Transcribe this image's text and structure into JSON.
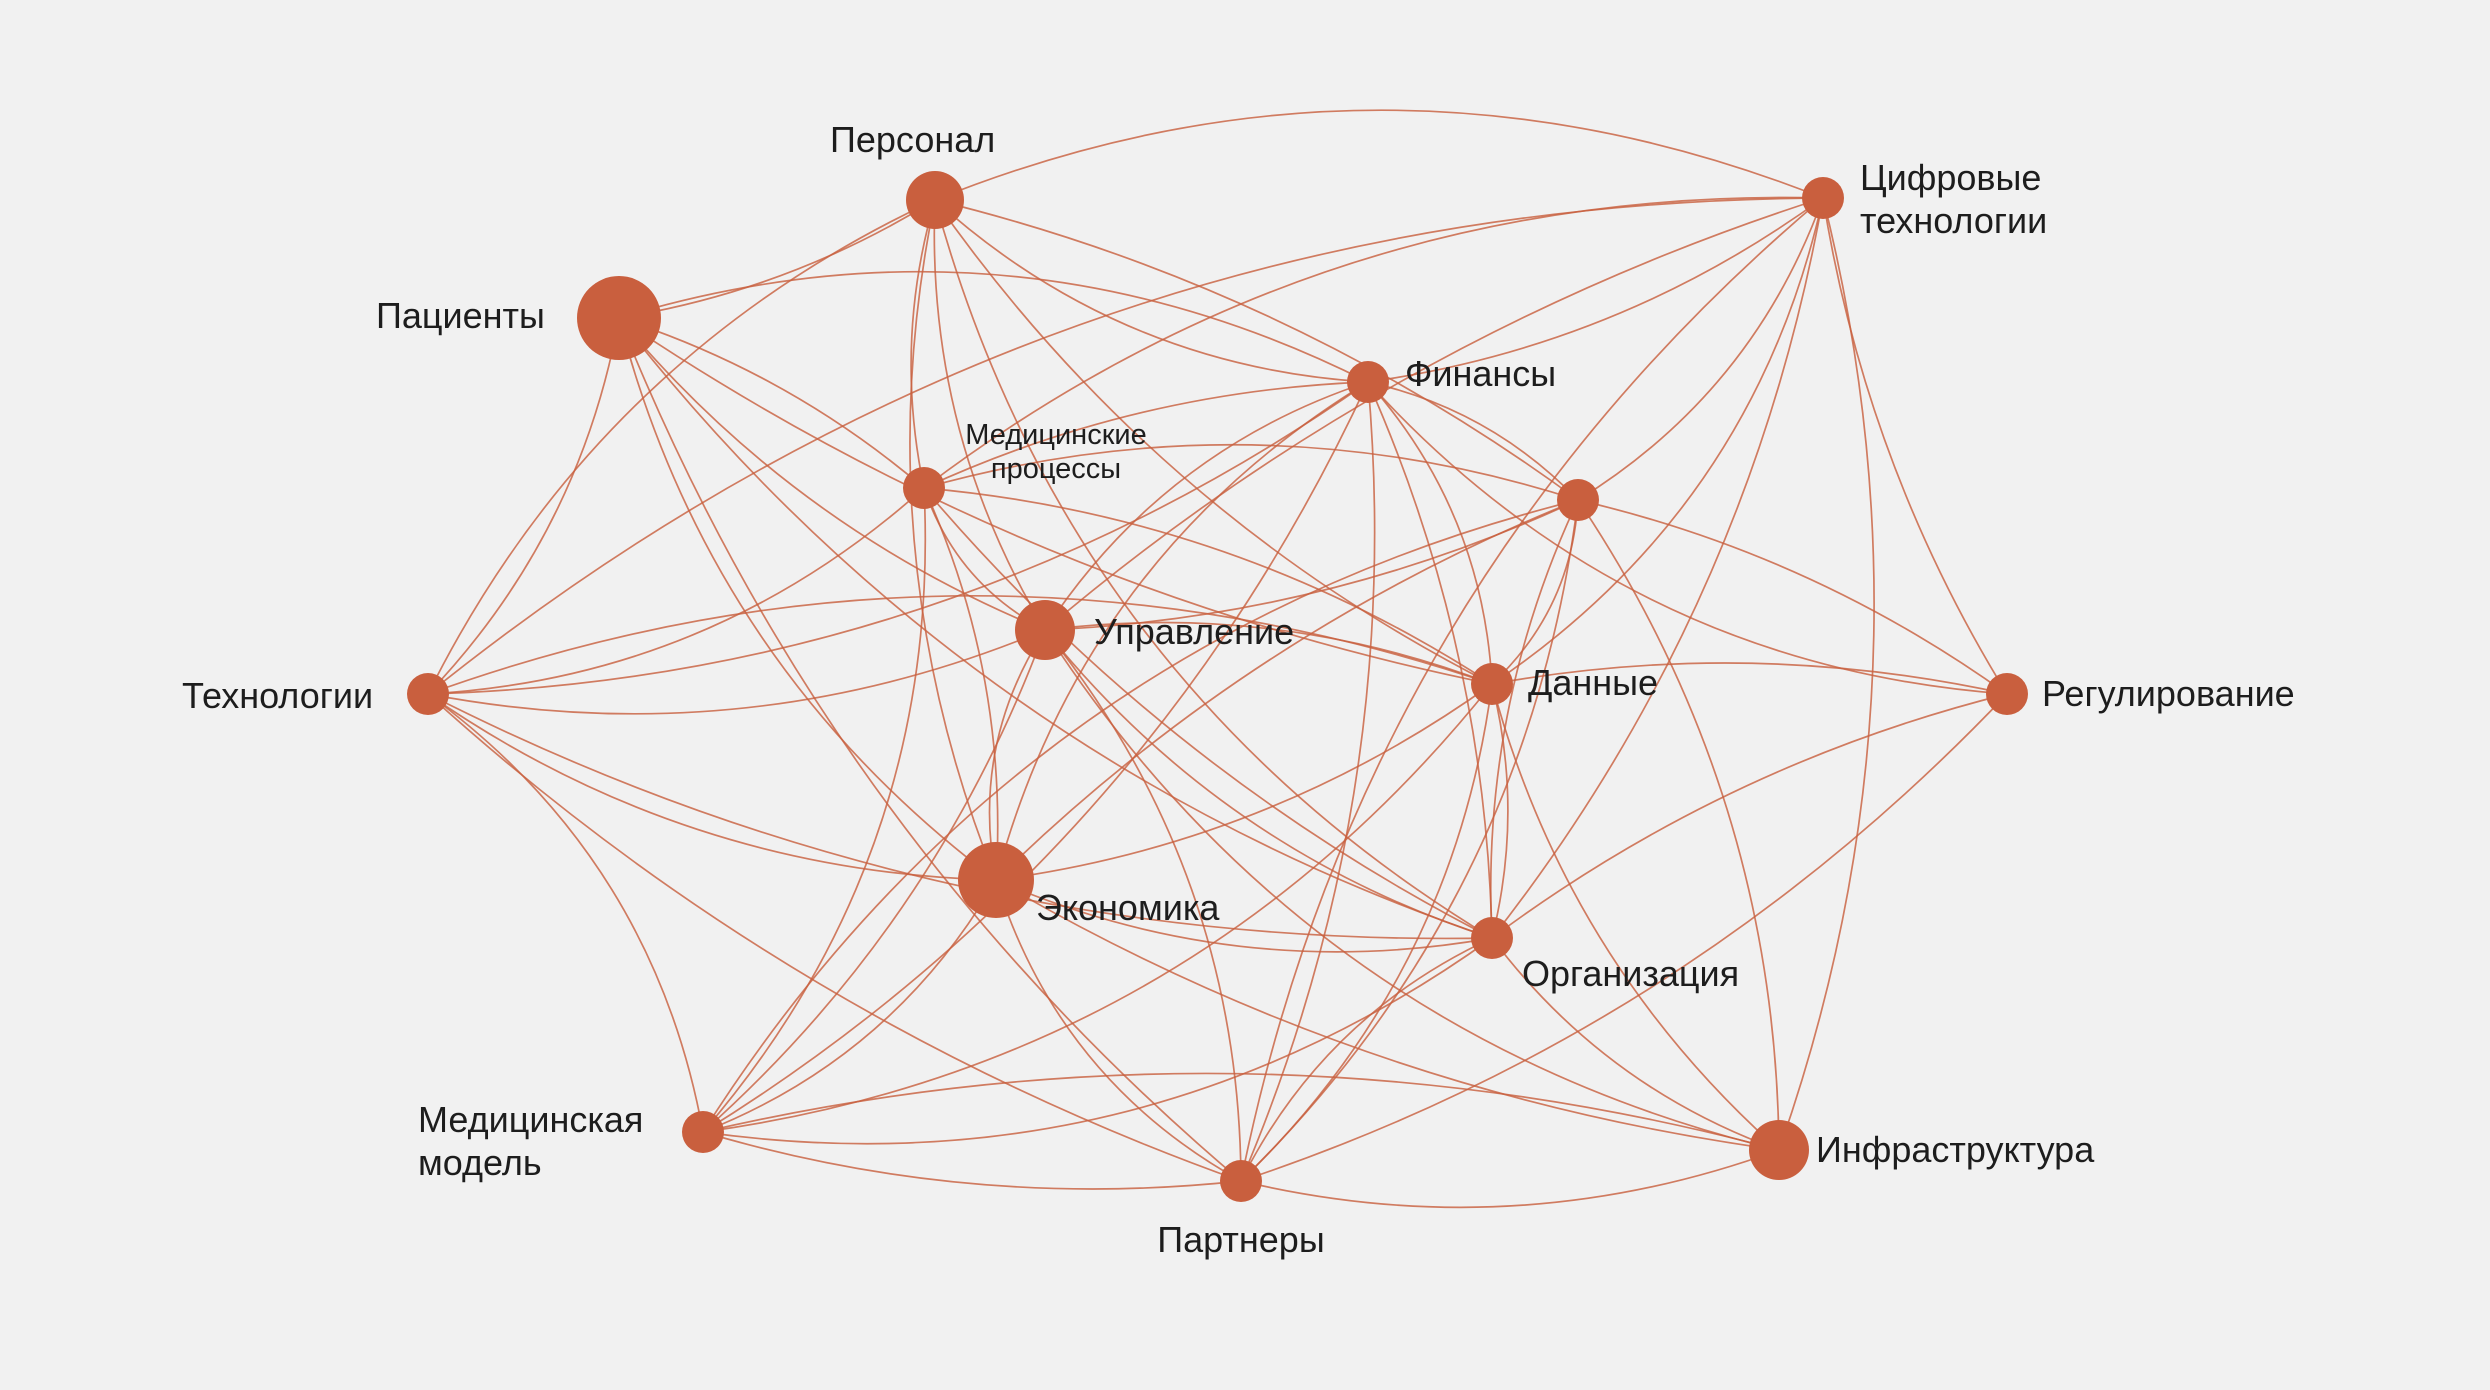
{
  "nodes": [
    {
      "id": "personal",
      "label": [
        "Персонал"
      ]
    },
    {
      "id": "pacienty",
      "label": [
        "Пациенты"
      ]
    },
    {
      "id": "med-processy",
      "label": [
        "Медицинские",
        "процессы"
      ]
    },
    {
      "id": "upravlenie",
      "label": [
        "Управление"
      ]
    },
    {
      "id": "tehnologii",
      "label": [
        "Технологии"
      ]
    },
    {
      "id": "ekonomika",
      "label": [
        "Экономика"
      ]
    },
    {
      "id": "finansy",
      "label": [
        "Финансы"
      ]
    },
    {
      "id": "cifrovye",
      "label": [
        "Цифровые",
        "технологии"
      ]
    },
    {
      "id": "unlabeled-hub",
      "label": []
    },
    {
      "id": "dannye",
      "label": [
        "Данные"
      ]
    },
    {
      "id": "regulirovanie",
      "label": [
        "Регулирование"
      ]
    },
    {
      "id": "organizaciya",
      "label": [
        "Организация"
      ]
    },
    {
      "id": "med-model",
      "label": [
        "Медицинская",
        "модель"
      ]
    },
    {
      "id": "partnery",
      "label": [
        "Партнеры"
      ]
    },
    {
      "id": "infrastruktura",
      "label": [
        "Инфраструктура"
      ]
    }
  ],
  "edges": [
    [
      "personal",
      "pacienty"
    ],
    [
      "personal",
      "med-processy"
    ],
    [
      "personal",
      "upravlenie"
    ],
    [
      "personal",
      "finansy"
    ],
    [
      "personal",
      "cifrovye"
    ],
    [
      "personal",
      "unlabeled-hub"
    ],
    [
      "personal",
      "dannye"
    ],
    [
      "personal",
      "ekonomika"
    ],
    [
      "personal",
      "tehnologii"
    ],
    [
      "personal",
      "organizaciya"
    ],
    [
      "pacienty",
      "med-processy"
    ],
    [
      "pacienty",
      "upravlenie"
    ],
    [
      "pacienty",
      "tehnologii"
    ],
    [
      "pacienty",
      "ekonomika"
    ],
    [
      "pacienty",
      "finansy"
    ],
    [
      "pacienty",
      "dannye"
    ],
    [
      "pacienty",
      "partnery"
    ],
    [
      "pacienty",
      "organizaciya"
    ],
    [
      "med-processy",
      "tehnologii"
    ],
    [
      "med-processy",
      "upravlenie"
    ],
    [
      "med-processy",
      "finansy"
    ],
    [
      "med-processy",
      "ekonomika"
    ],
    [
      "med-processy",
      "unlabeled-hub"
    ],
    [
      "med-processy",
      "cifrovye"
    ],
    [
      "med-processy",
      "med-model"
    ],
    [
      "med-processy",
      "organizaciya"
    ],
    [
      "med-processy",
      "dannye"
    ],
    [
      "upravlenie",
      "tehnologii"
    ],
    [
      "upravlenie",
      "finansy"
    ],
    [
      "upravlenie",
      "ekonomika"
    ],
    [
      "upravlenie",
      "unlabeled-hub"
    ],
    [
      "upravlenie",
      "dannye"
    ],
    [
      "upravlenie",
      "organizaciya"
    ],
    [
      "upravlenie",
      "partnery"
    ],
    [
      "upravlenie",
      "infrastruktura"
    ],
    [
      "upravlenie",
      "cifrovye"
    ],
    [
      "upravlenie",
      "med-model"
    ],
    [
      "tehnologii",
      "ekonomika"
    ],
    [
      "tehnologii",
      "cifrovye"
    ],
    [
      "tehnologii",
      "med-model"
    ],
    [
      "tehnologii",
      "partnery"
    ],
    [
      "tehnologii",
      "organizaciya"
    ],
    [
      "tehnologii",
      "finansy"
    ],
    [
      "tehnologii",
      "dannye"
    ],
    [
      "ekonomika",
      "finansy"
    ],
    [
      "ekonomika",
      "unlabeled-hub"
    ],
    [
      "ekonomika",
      "dannye"
    ],
    [
      "ekonomika",
      "organizaciya"
    ],
    [
      "ekonomika",
      "med-model"
    ],
    [
      "ekonomika",
      "partnery"
    ],
    [
      "ekonomika",
      "infrastruktura"
    ],
    [
      "finansy",
      "cifrovye"
    ],
    [
      "finansy",
      "unlabeled-hub"
    ],
    [
      "finansy",
      "dannye"
    ],
    [
      "finansy",
      "regulirovanie"
    ],
    [
      "finansy",
      "organizaciya"
    ],
    [
      "finansy",
      "partnery"
    ],
    [
      "finansy",
      "med-model"
    ],
    [
      "cifrovye",
      "unlabeled-hub"
    ],
    [
      "cifrovye",
      "dannye"
    ],
    [
      "cifrovye",
      "regulirovanie"
    ],
    [
      "cifrovye",
      "organizaciya"
    ],
    [
      "cifrovye",
      "infrastruktura"
    ],
    [
      "cifrovye",
      "partnery"
    ],
    [
      "unlabeled-hub",
      "dannye"
    ],
    [
      "unlabeled-hub",
      "regulirovanie"
    ],
    [
      "unlabeled-hub",
      "organizaciya"
    ],
    [
      "unlabeled-hub",
      "infrastruktura"
    ],
    [
      "unlabeled-hub",
      "partnery"
    ],
    [
      "unlabeled-hub",
      "med-model"
    ],
    [
      "dannye",
      "regulirovanie"
    ],
    [
      "dannye",
      "organizaciya"
    ],
    [
      "dannye",
      "infrastruktura"
    ],
    [
      "dannye",
      "partnery"
    ],
    [
      "dannye",
      "med-model"
    ],
    [
      "regulirovanie",
      "organizaciya"
    ],
    [
      "regulirovanie",
      "partnery"
    ],
    [
      "organizaciya",
      "infrastruktura"
    ],
    [
      "organizaciya",
      "partnery"
    ],
    [
      "organizaciya",
      "med-model"
    ],
    [
      "med-model",
      "partnery"
    ],
    [
      "med-model",
      "infrastruktura"
    ],
    [
      "partnery",
      "infrastruktura"
    ]
  ]
}
